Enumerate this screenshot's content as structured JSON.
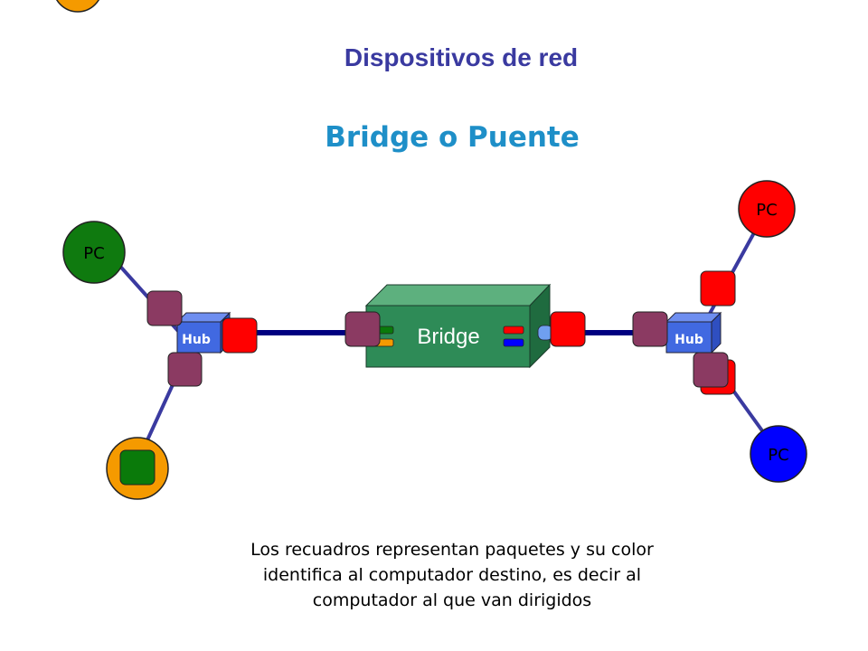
{
  "title": "Dispositivos de red",
  "subtitle": "Bridge o Puente",
  "caption": {
    "line1": "Los recuadros representan paquetes y su color",
    "line2": "identifica al computador destino, es decir al",
    "line3": "computador al que van dirigidos"
  },
  "nodes": {
    "pc_top_left": {
      "label": "PC",
      "color": "#0f7a0f"
    },
    "pc_bottom_left": {
      "label": "",
      "color": "#f59a00"
    },
    "pc_top_right": {
      "label": "PC",
      "color": "#ff0000"
    },
    "pc_bottom_right": {
      "label": "PC",
      "color": "#0000ff"
    },
    "pc_corner": {
      "label": "",
      "color": "#f59a00"
    },
    "hub_left": {
      "label": "Hub",
      "color": "#4169e1"
    },
    "hub_right": {
      "label": "Hub",
      "color": "#4169e1"
    },
    "bridge": {
      "label": "Bridge",
      "color": "#2e8b57"
    }
  },
  "colors": {
    "packet_maroon": "#8b3a62",
    "packet_red": "#ff0000",
    "packet_green": "#0a7a0a",
    "line": "#3a3aa0",
    "cable": "#000080"
  }
}
